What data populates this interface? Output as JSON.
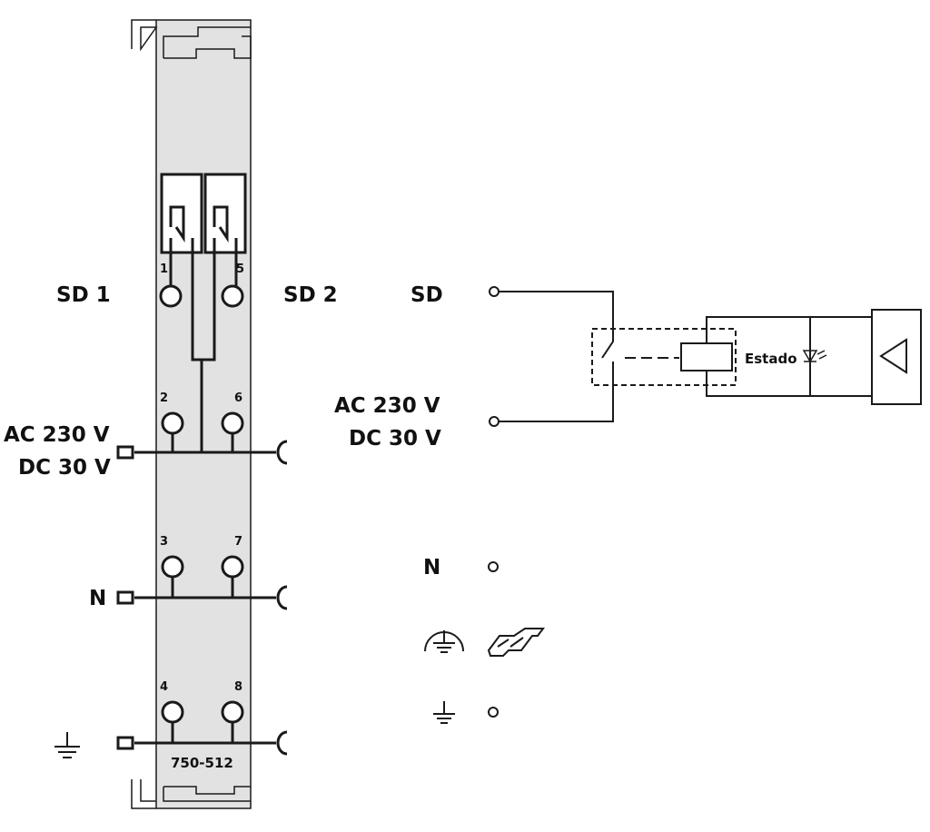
{
  "colors": {
    "line": "#1a1a1a",
    "module_body": "#e2e2e2",
    "background": "#ffffff"
  },
  "left_diagram": {
    "label_sd1": "SD 1",
    "label_sd2": "SD 2",
    "supply_line1": "AC 230 V",
    "supply_line2": "DC 30 V",
    "neutral": "N",
    "terminals": [
      "1",
      "5",
      "2",
      "6",
      "3",
      "7",
      "4",
      "8"
    ],
    "part_number": "750-512"
  },
  "right_diagram": {
    "sd": "SD",
    "supply_line1": "AC 230 V",
    "supply_line2": "DC 30 V",
    "status": "Estado",
    "neutral": "N"
  },
  "icons": [
    "ground-icon",
    "protective-earth-icon",
    "din-rail-icon",
    "led-icon",
    "relay-coil-icon",
    "contact-switch-icon"
  ]
}
